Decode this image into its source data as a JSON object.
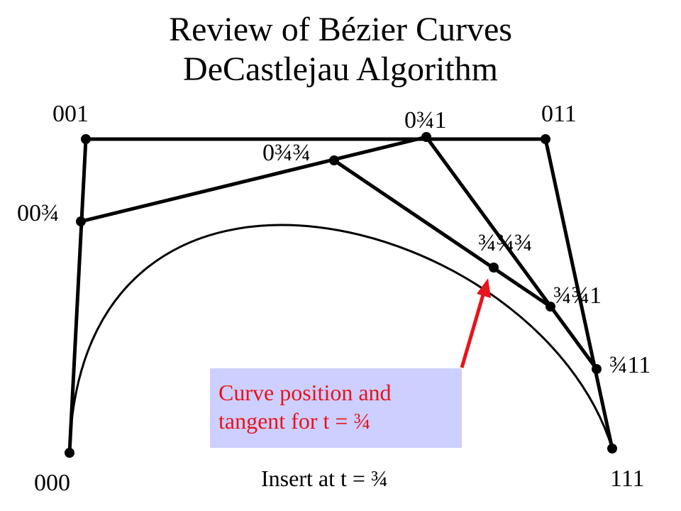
{
  "title": {
    "line1": "Review of Bézier Curves",
    "line2": "DeCastlejau Algorithm"
  },
  "labels": {
    "p000": "000",
    "p001": "001",
    "p011": "011",
    "p111": "111",
    "p00q": "00¾",
    "p0q1": "0¾1",
    "p0qq": "0¾¾",
    "pqqq": "¾¾¾",
    "pqq1": "¾¾1",
    "pq11": "¾11"
  },
  "callout": {
    "line1": "Curve position and",
    "line2": "tangent for t = ¾"
  },
  "caption": "Insert at t = ¾",
  "colors": {
    "ink": "#000000",
    "callout_bg": "#cccfff",
    "callout_text": "#e8131b",
    "arrow": "#e8131b"
  }
}
